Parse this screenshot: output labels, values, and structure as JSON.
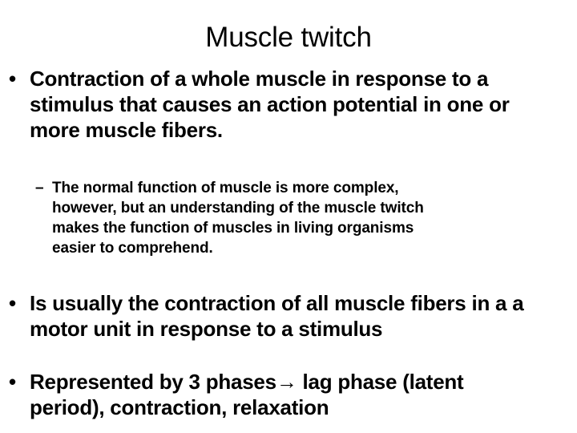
{
  "slide": {
    "title": "Muscle twitch",
    "background_color": "#ffffff",
    "text_color": "#000000",
    "bullet_marker": "•",
    "sub_bullet_marker": "–",
    "arrow_marker": "→"
  },
  "content": [
    {
      "level": 1,
      "marker": "•",
      "text": "Contraction of a whole muscle in response to a stimulus that causes an action potential in one or more muscle fibers.",
      "lines": [
        "Contraction of a whole muscle in response to a",
        "stimulus that causes an action potential in one or",
        "more muscle fibers."
      ]
    },
    {
      "level": 2,
      "marker": "–",
      "text": "The normal function of muscle is more complex, however, but an understanding of the muscle twitch makes the function of muscles in living organisms easier to comprehend.",
      "lines": [
        "The normal function of muscle is more complex,",
        "however, but an understanding of the muscle twitch",
        "makes the function of muscles in living organisms",
        "easier to comprehend."
      ]
    },
    {
      "level": 1,
      "marker": "•",
      "text": "Is usually the contraction of all muscle fibers in a a motor unit in response to a stimulus",
      "lines": [
        "Is usually the contraction of all muscle fibers in a a",
        "motor unit in response to a stimulus"
      ]
    },
    {
      "level": 1,
      "marker": "•",
      "text": "Represented by 3 phases→ lag phase (latent period), contraction, relaxation",
      "lines": [
        "Represented by 3 phases→ lag phase (latent",
        "period), contraction, relaxation"
      ]
    }
  ]
}
